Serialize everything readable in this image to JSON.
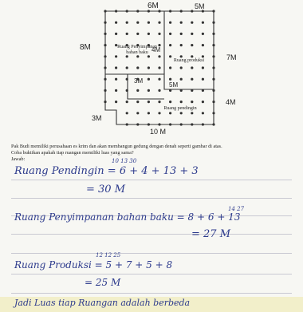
{
  "diagram": {
    "dim_labels": {
      "top_left": "6M",
      "top_right": "5M",
      "left": "8M",
      "right_upper": "7M",
      "middle_upper": "4M",
      "middle_lower": "5M",
      "inner_left": "3M",
      "right_lower": "4M",
      "bottom_left": "3M",
      "bottom": "10 M"
    },
    "rooms": {
      "storage_line1": "Ruang Penyimpanan",
      "storage_line2": "bahan baku",
      "production": "Ruang produksi",
      "cooling": "Ruang pendingin"
    }
  },
  "question": {
    "line1": "Pak Budi memiliki perusahaan es krim dan akan membangun gedung dengan denah seperti gambar di atas.",
    "line2": "Coba buktikan apakah tiap ruangan memiliki luas yang sama?",
    "answer_label": "Jawab:"
  },
  "answer": {
    "pendingin_expr": "Ruang  Pendingin = 6 + 4 + 13 + 3",
    "pendingin_notes": "10   13   30",
    "pendingin_result": "= 30 M",
    "penyimpanan_notes": "14    27",
    "penyimpanan_expr": "Ruang  Penyimpanan  bahan  baku = 8 + 6 + 13",
    "penyimpanan_result": "= 27 M",
    "produksi_notes": "12    12    25",
    "produksi_expr": "Ruang  Produksi = 5 + 7 + 5 + 8",
    "produksi_result": "= 25 M",
    "conclusion": "Jadi  Luas  tiap  Ruangan  adalah  berbeda"
  }
}
